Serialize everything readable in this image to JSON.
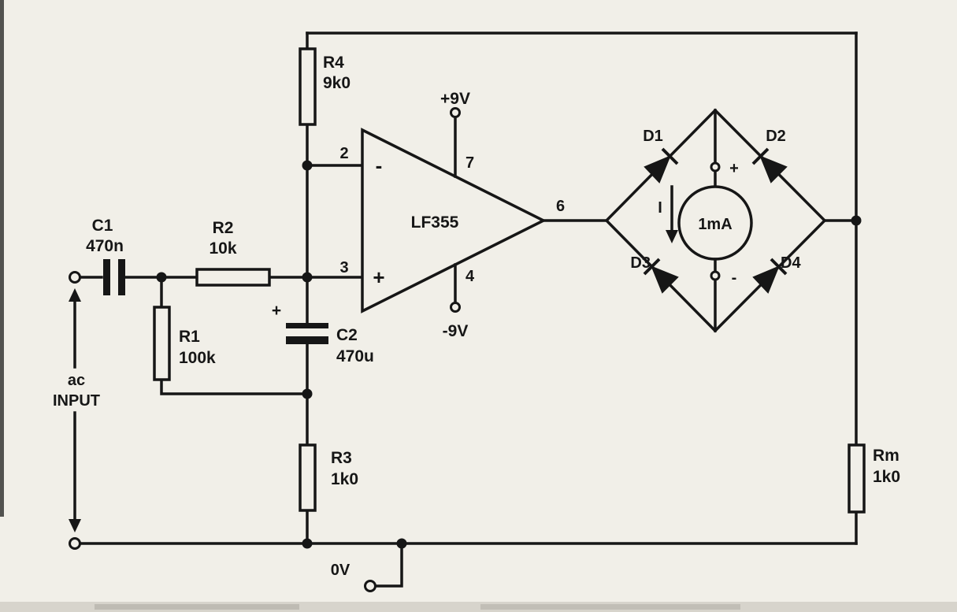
{
  "title": "AC millivoltmeter op-amp rectifier schematic",
  "colors": {
    "ink": "#161616",
    "paper": "#f1efe8"
  },
  "components": {
    "c1": {
      "ref": "C1",
      "value": "470n"
    },
    "r1": {
      "ref": "R1",
      "value": "100k"
    },
    "r2": {
      "ref": "R2",
      "value": "10k"
    },
    "r3": {
      "ref": "R3",
      "value": "1k0"
    },
    "r4": {
      "ref": "R4",
      "value": "9k0"
    },
    "c2": {
      "ref": "C2",
      "value": "470u",
      "polarity": "+"
    },
    "rm": {
      "ref": "Rm",
      "value": "1k0"
    },
    "opamp": {
      "part": "LF355",
      "pin_inverting": "2",
      "pin_noninverting": "3",
      "pin_output": "6",
      "pin_vplus": "7",
      "pin_vminus": "4",
      "inverting_sign": "-",
      "noninverting_sign": "+",
      "supply_positive": "+9V",
      "supply_negative": "-9V"
    },
    "bridge": {
      "d1": "D1",
      "d2": "D2",
      "d3": "D3",
      "d4": "D4"
    },
    "meter": {
      "reading": "1mA",
      "plus": "+",
      "minus": "-",
      "current_label": "I"
    },
    "input": {
      "line1": "ac",
      "line2": "INPUT"
    },
    "ground_label": "0V"
  }
}
